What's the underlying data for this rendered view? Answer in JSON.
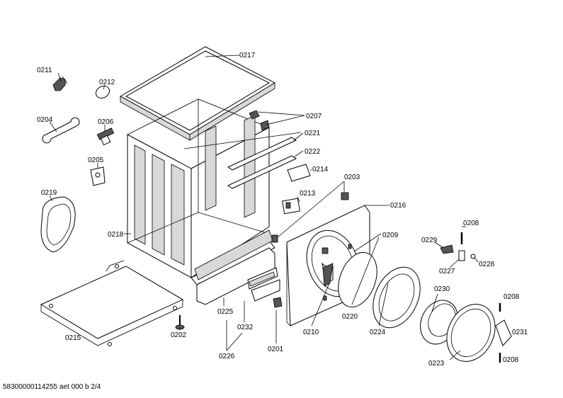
{
  "footer": "58300000114255 aet 000 b 2/4",
  "parts": [
    "0217",
    "0211",
    "0212",
    "0204",
    "0206",
    "0207",
    "0221",
    "0222",
    "0205",
    "0214",
    "0203",
    "0213",
    "0219",
    "0216",
    "0218",
    "0208",
    "0229",
    "0209",
    "0227",
    "0228",
    "0230",
    "0208",
    "0220",
    "0224",
    "0231",
    "0225",
    "0210",
    "0223",
    "0208",
    "0232",
    "0215",
    "0202",
    "0201",
    "0226"
  ]
}
